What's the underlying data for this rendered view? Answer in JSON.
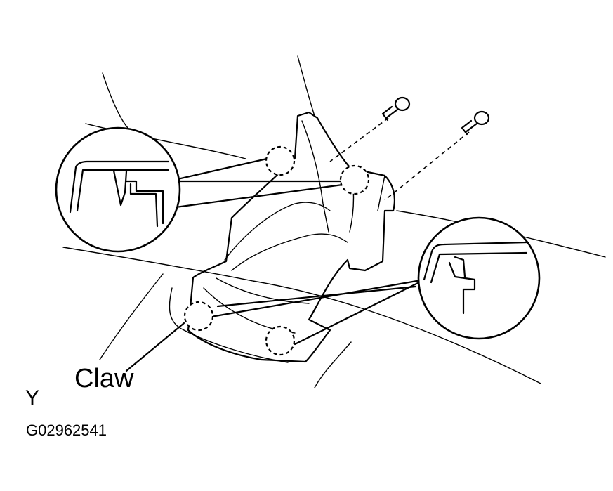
{
  "labels": {
    "claw": "Claw",
    "view": "Y",
    "figure_id": "G02962541"
  },
  "colors": {
    "line": "#000000",
    "background": "#ffffff"
  }
}
